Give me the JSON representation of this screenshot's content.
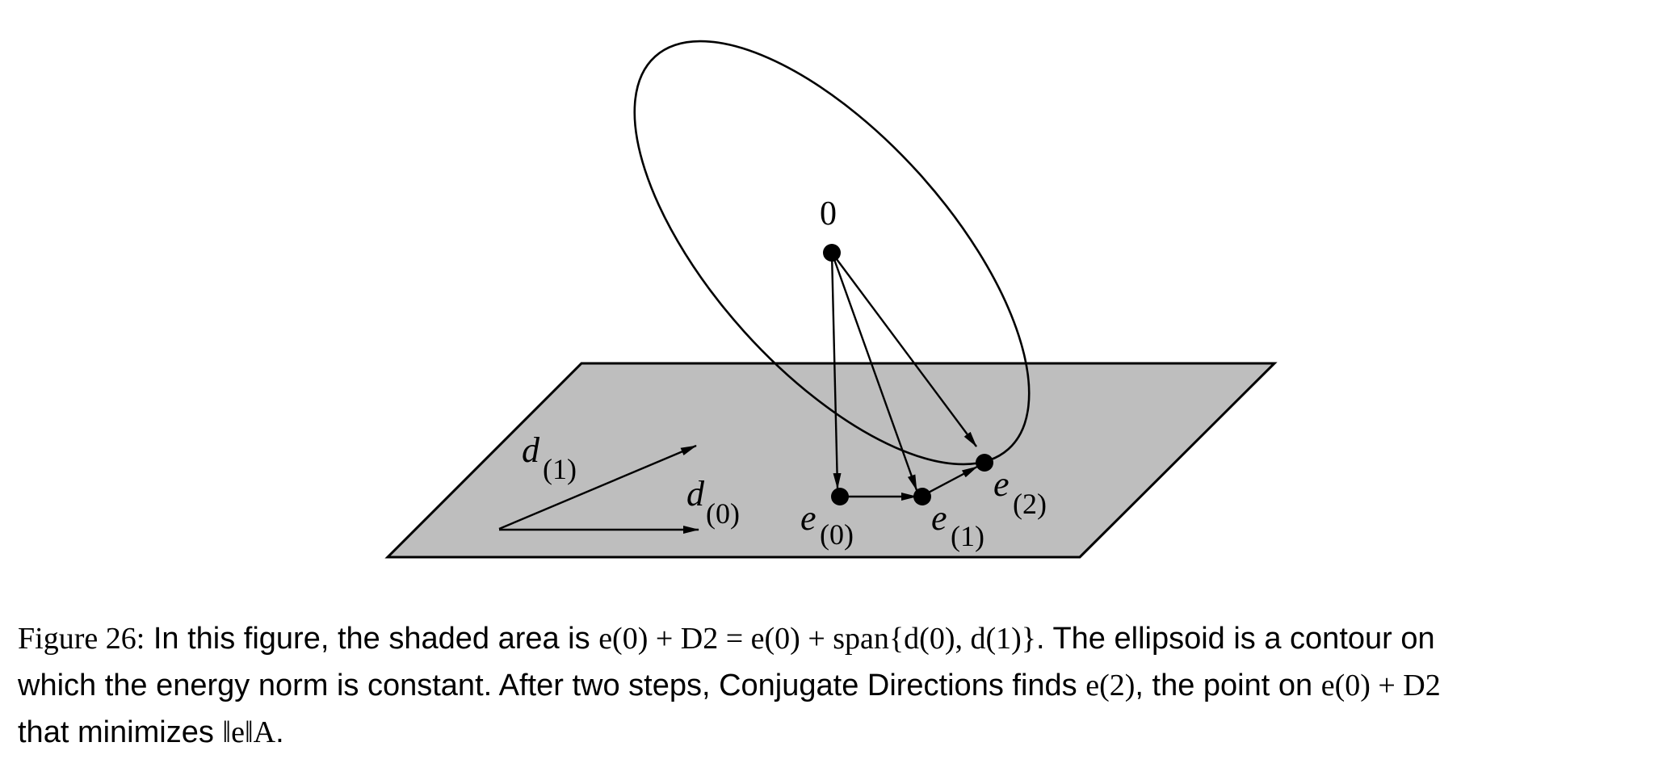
{
  "figure": {
    "origin_label": "0",
    "direction_d1": {
      "base": "d",
      "sub": "(1)"
    },
    "direction_d0": {
      "base": "d",
      "sub": "(0)"
    },
    "point_e0": {
      "base": "e",
      "sub": "(0)"
    },
    "point_e1": {
      "base": "e",
      "sub": "(1)"
    },
    "point_e2": {
      "base": "e",
      "sub": "(2)"
    }
  },
  "caption": {
    "label": "Figure 26:",
    "line1_text1": "In this figure, the shaded area is",
    "line1_math1": "e(0) + D2 = e(0) + span{d(0), d(1)}",
    "line1_text2": ". The ellipsoid is a contour on",
    "line2_text1": "which the energy norm is constant.  After two steps, Conjugate Directions finds",
    "line2_math1": "e(2)",
    "line2_text2": ", the point on",
    "line2_math2": "e(0) + D2",
    "line3_text1": "that minimizes",
    "line3_math1": "‖e‖A",
    "line3_text2": "."
  }
}
